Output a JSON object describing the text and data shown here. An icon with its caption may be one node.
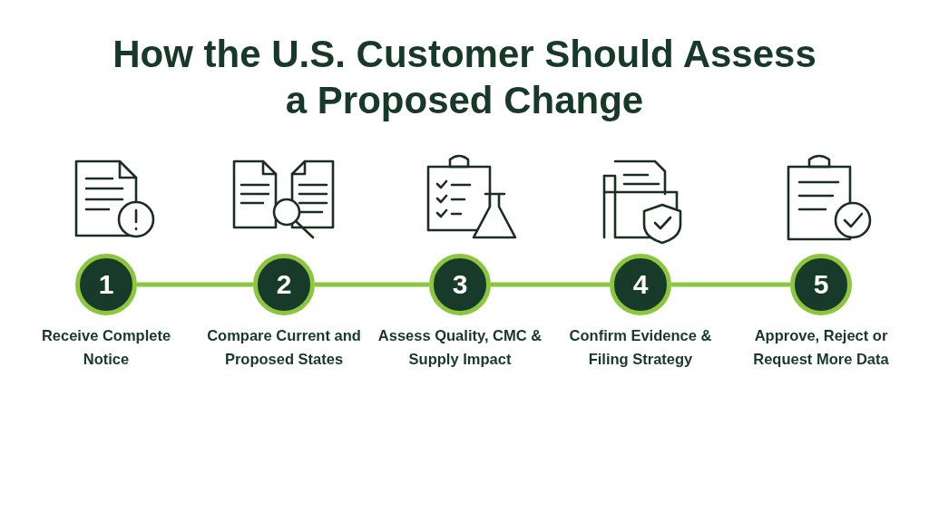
{
  "diagram": {
    "title": "How the U.S. Customer Should Assess a Proposed Change",
    "nodes": [
      {
        "text": [
          "1"
        ],
        "beside": [
          "Receive Complete Notice"
        ]
      },
      {
        "text": [
          "2"
        ],
        "beside": [
          "Compare Current and Proposed States"
        ]
      },
      {
        "text": [
          "3"
        ],
        "beside": [
          "Assess Quality, CMC & Supply Impact"
        ]
      },
      {
        "text": [
          "4"
        ],
        "beside": [
          "Confirm Evidence & Filing Strategy"
        ]
      },
      {
        "text": [
          "5"
        ],
        "beside": [
          "Approve, Reject or Request More Data"
        ]
      }
    ],
    "edges": [
      {
        "from": 0,
        "to": 1,
        "arrow": "none"
      },
      {
        "from": 1,
        "to": 2,
        "arrow": "none"
      },
      {
        "from": 2,
        "to": 3,
        "arrow": "none"
      },
      {
        "from": 3,
        "to": 4,
        "arrow": "none"
      }
    ]
  }
}
